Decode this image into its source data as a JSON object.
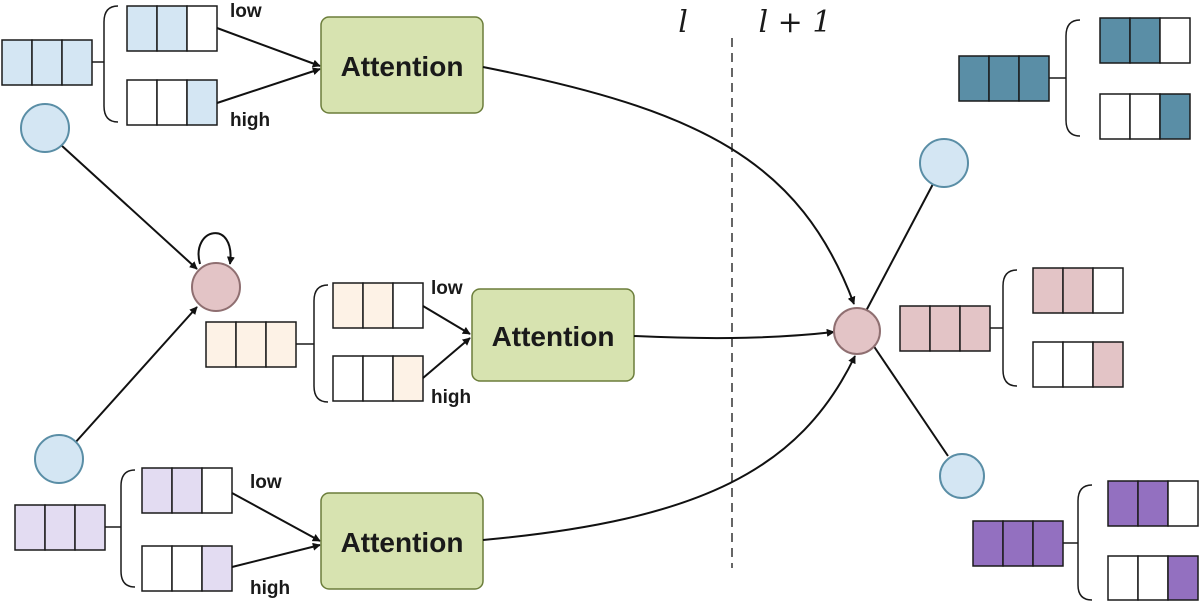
{
  "labels": {
    "layer_l": "l",
    "layer_l_plus_1": "l + 1",
    "attention_top": "Attention",
    "attention_middle": "Attention",
    "attention_bottom": "Attention",
    "low": "low",
    "high": "high"
  },
  "colors": {
    "blue_light": "#d4e6f3",
    "blue_dark": "#5a8ea6",
    "peach_light": "#fdf2e6",
    "pink": "#e3c4c6",
    "purple_light": "#e3dcf2",
    "purple_dark": "#9370c0",
    "attention_fill": "#d7e3b0",
    "attention_stroke": "#6b7d3a",
    "node_blue": "#d4e6f3",
    "node_blue_stroke": "#5a8ea6",
    "node_pink": "#e3c4c6",
    "node_pink_stroke": "#8f6f71"
  }
}
